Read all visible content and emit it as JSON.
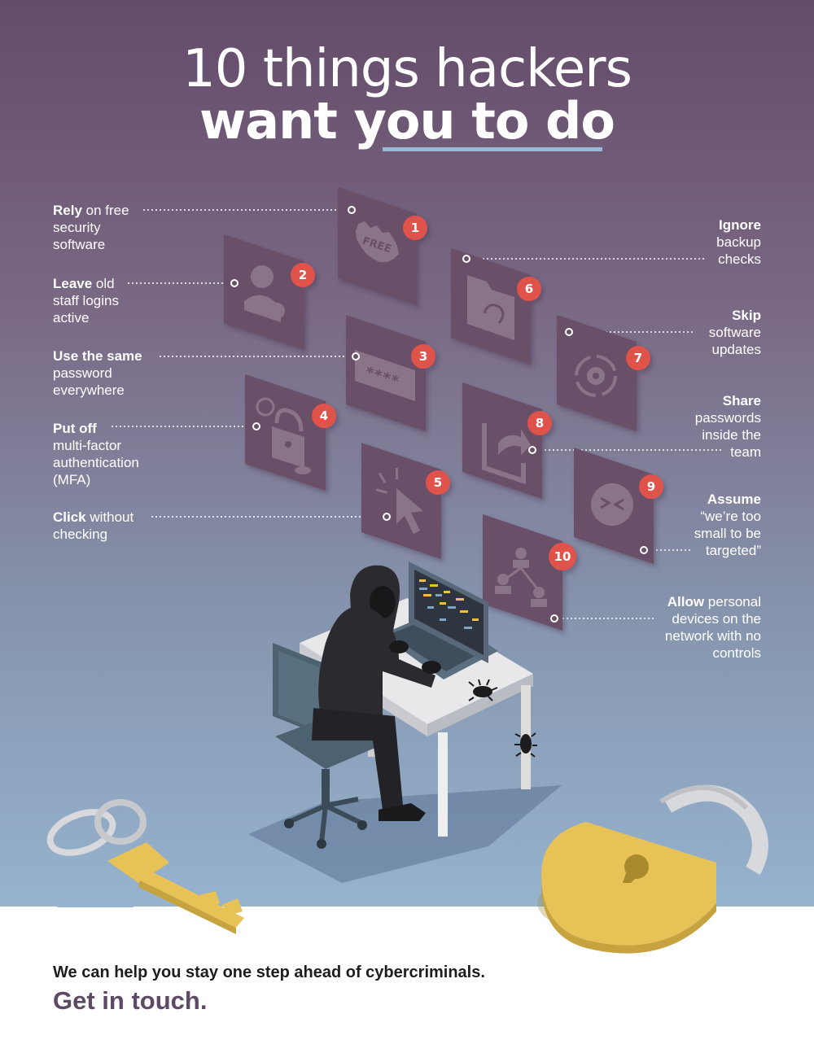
{
  "title": {
    "line1": "10 things hackers",
    "line2": "want you to do"
  },
  "left_items": [
    {
      "bold": "Rely",
      "rest": " on free",
      "lines": [
        "security",
        "software"
      ]
    },
    {
      "bold": "Leave",
      "rest": " old",
      "lines": [
        "staff logins",
        "active"
      ]
    },
    {
      "bold": "Use the same",
      "rest": "",
      "lines": [
        "password",
        "everywhere"
      ]
    },
    {
      "bold": "Put off",
      "rest": "",
      "lines": [
        "multi-factor",
        "authentication",
        "(MFA)"
      ]
    },
    {
      "bold": "Click",
      "rest": " without",
      "lines": [
        "checking"
      ]
    }
  ],
  "right_items": [
    {
      "bold": "Ignore",
      "lines": [
        "backup",
        "checks"
      ]
    },
    {
      "bold": "Skip",
      "lines": [
        "software",
        "updates"
      ]
    },
    {
      "bold": "Share",
      "lines": [
        "passwords",
        "inside the",
        "team"
      ]
    },
    {
      "bold": "Assume",
      "lines": [
        "“we’re too",
        "small to be",
        "targeted”"
      ]
    },
    {
      "bold": "Allow",
      "rest": " personal",
      "lines": [
        "devices on the",
        "network with no",
        "controls"
      ]
    }
  ],
  "tiles": {
    "n1": "1",
    "n2": "2",
    "n3": "3",
    "n4": "4",
    "n5": "5",
    "n6": "6",
    "n7": "7",
    "n8": "8",
    "n9": "9",
    "n10": "10",
    "free_label": "FREE",
    "password_mask": "****"
  },
  "icons": [
    "free-badge-icon",
    "users-icon",
    "password-field-icon",
    "padlock-fingerprint-icon",
    "cursor-click-icon",
    "folder-restore-icon",
    "settings-sync-icon",
    "share-arrow-icon",
    "compress-icon",
    "network-devices-icon"
  ],
  "colors": {
    "background_top": "#644b69",
    "background_bottom": "#96b3cf",
    "tile": "#6a4f68",
    "badge": "#e0524c",
    "gold": "#e6c257",
    "brand_purple": "#5e4a66"
  },
  "footer": {
    "line1": "We can help you stay one step ahead of cybercriminals.",
    "line2": "Get in touch."
  }
}
